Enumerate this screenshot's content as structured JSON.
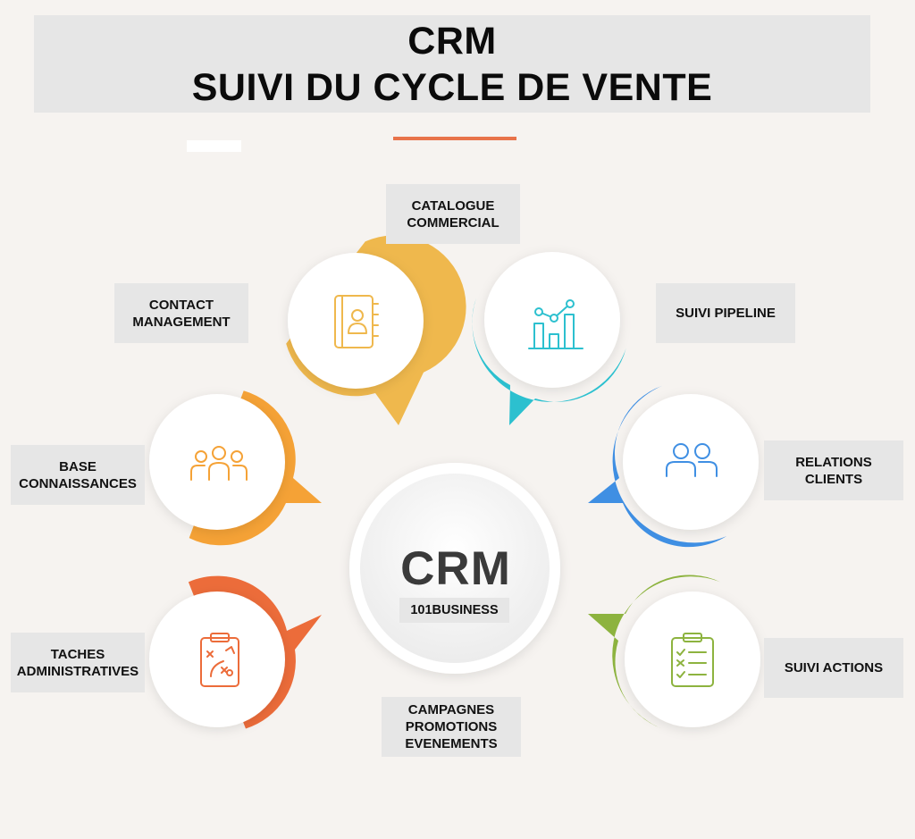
{
  "header": {
    "line1": "CRM",
    "line2": "SUIVI DU CYCLE DE VENTE"
  },
  "center": {
    "title": "CRM",
    "badge": "101BUSINESS"
  },
  "colors": {
    "catalogue": "#efb84d",
    "pipeline": "#2cc0cf",
    "relations": "#3f8fe3",
    "actions": "#8db33f",
    "taches": "#ec6c3a",
    "connaissances": "#f5a236",
    "accent_line": "#e8734a"
  },
  "nodes": [
    {
      "key": "catalogue",
      "icon": "address-book-icon",
      "label": "CATALOGUE\nCOMMERCIAL"
    },
    {
      "key": "contact",
      "icon": "",
      "label": "CONTACT\nMANAGEMENT"
    },
    {
      "key": "pipeline",
      "icon": "chart-icon",
      "label": "SUIVI PIPELINE"
    },
    {
      "key": "relations",
      "icon": "users-icon",
      "label": "RELATIONS\nCLIENTS"
    },
    {
      "key": "connaissances",
      "icon": "group-icon",
      "label": "BASE\nCONNAISSANCES"
    },
    {
      "key": "taches",
      "icon": "strategy-clipboard-icon",
      "label": "TACHES\nADMINISTRATIVES"
    },
    {
      "key": "actions",
      "icon": "checklist-icon",
      "label": "SUIVI ACTIONS"
    },
    {
      "key": "campagnes",
      "icon": "",
      "label": "CAMPAGNES\nPROMOTIONS\nEVENEMENTS"
    }
  ]
}
